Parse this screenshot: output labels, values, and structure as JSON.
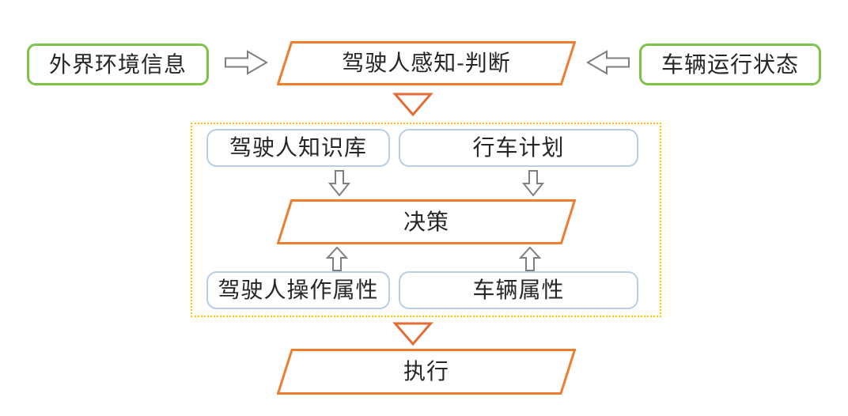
{
  "diagram": {
    "type": "flowchart",
    "nodes": {
      "external_environment_info": "外界环境信息",
      "driver_perception_judgment": "驾驶人感知-判断",
      "vehicle_running_state": "车辆运行状态",
      "driver_knowledge_base": "驾驶人知识库",
      "driving_plan": "行车计划",
      "decision": "决策",
      "driver_operation_attributes": "驾驶人操作属性",
      "vehicle_attributes": "车辆属性",
      "execution": "执行"
    },
    "icons": {
      "flow_right": "block-arrow-right",
      "flow_left": "block-arrow-left",
      "flow_down": "block-arrow-down",
      "flow_up": "block-arrow-up",
      "stage_down": "triangle-down"
    },
    "colors": {
      "orange_border": "#ED7D31",
      "triangle_orange": "#E26C33",
      "green_border": "#7CC24B",
      "blue_border": "#B9CDE9",
      "gold_dotted_border": "#FFC000",
      "gray_arrow": "#7F7F7F",
      "text": "#262626",
      "background": "#FFFFFF"
    }
  }
}
